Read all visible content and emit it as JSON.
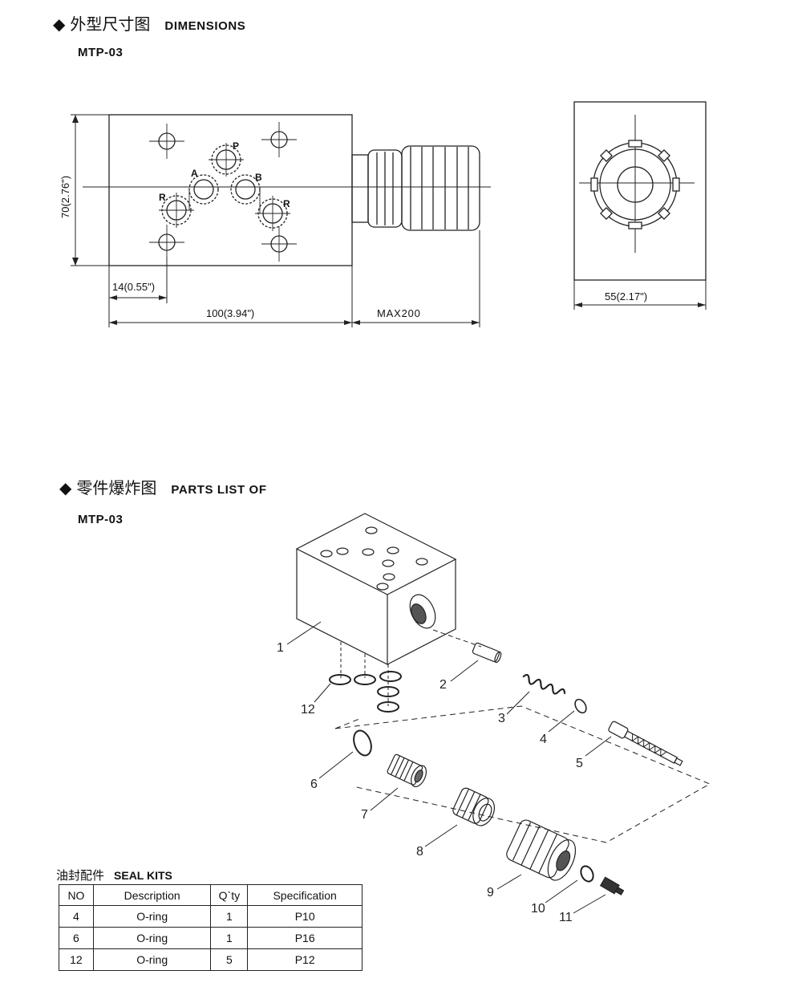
{
  "sections": {
    "dimensions": {
      "marker": "◆",
      "title_cn": "外型尺寸图",
      "title_en": "DIMENSIONS",
      "model": "MTP-03"
    },
    "parts": {
      "marker": "◆",
      "title_cn": "零件爆炸图",
      "title_en": "PARTS LIST OF",
      "model": "MTP-03"
    }
  },
  "dimension_drawing": {
    "port_labels": {
      "p": "P",
      "a": "A",
      "b": "B",
      "r_left": "R",
      "r_right": "R"
    },
    "dims": {
      "height": "70(2.76\")",
      "offset": "14(0.55\")",
      "length": "100(3.94\")",
      "max": "MAX200",
      "width": "55(2.17\")"
    }
  },
  "parts_drawing": {
    "callouts": [
      "1",
      "2",
      "3",
      "4",
      "5",
      "6",
      "7",
      "8",
      "9",
      "10",
      "11",
      "12"
    ]
  },
  "seal_kits": {
    "title_cn": "油封配件",
    "title_en": "SEAL KITS",
    "headers": [
      "NO",
      "Description",
      "Q`ty",
      "Specification"
    ],
    "rows": [
      [
        "4",
        "O-ring",
        "1",
        "P10"
      ],
      [
        "6",
        "O-ring",
        "1",
        "P16"
      ],
      [
        "12",
        "O-ring",
        "5",
        "P12"
      ]
    ]
  }
}
